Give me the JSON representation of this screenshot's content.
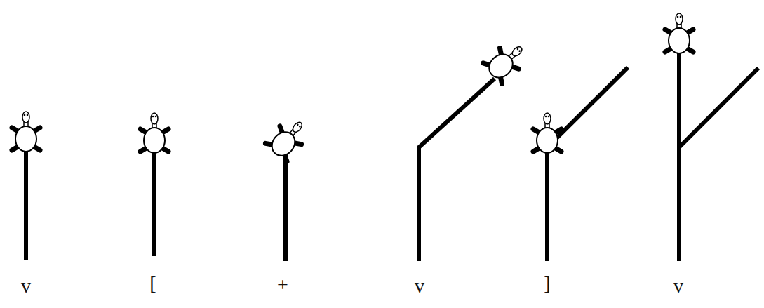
{
  "diagram": {
    "labels": [
      "v",
      "[",
      "+",
      "v",
      "]",
      "v"
    ]
  }
}
